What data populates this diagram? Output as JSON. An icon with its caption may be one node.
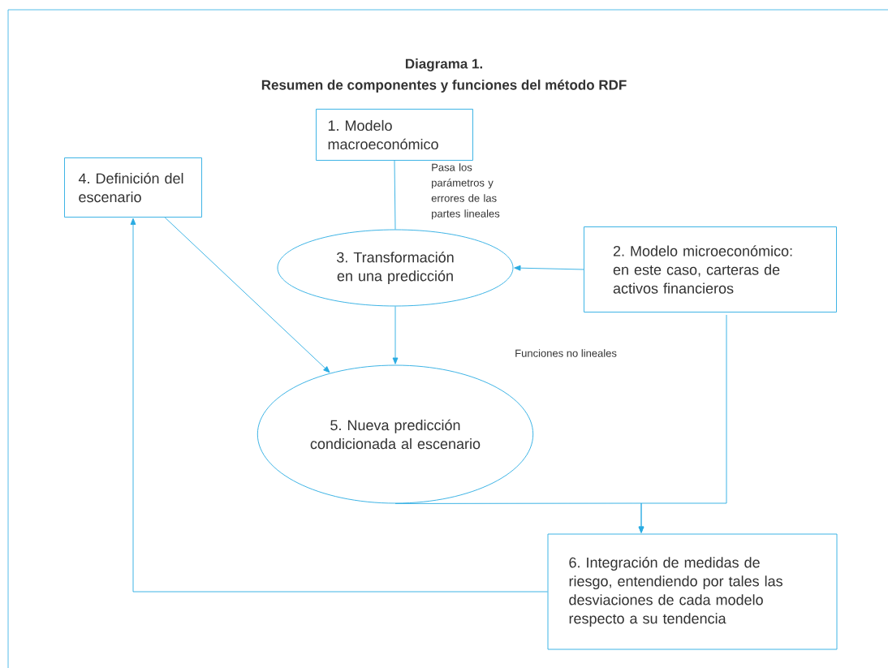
{
  "diagram": {
    "title": "Diagrama 1.",
    "caption": "Resumen de componentes y funciones del método RDF",
    "nodes": [
      {
        "text": [
          "1. Modelo macroeconómico"
        ]
      },
      {
        "text": [
          "4. Definición del escenario"
        ]
      },
      {
        "text": [
          "3. Transformación en una predicción"
        ]
      },
      {
        "text": [
          "2. Modelo microeconómico: en este caso, carteras de activos financieros"
        ]
      },
      {
        "text": [
          "5. Nueva predicción condicionada al escenario"
        ]
      },
      {
        "text": [
          "6. Integración de medidas de riesgo, entendiendo por tales las desviaciones de cada modelo respecto a su tendencia"
        ]
      }
    ],
    "edges": [
      {
        "from": 0,
        "to": 2,
        "arrow": "none",
        "label": "Pasa los parámetros y errores de las partes lineales"
      },
      {
        "from": 3,
        "to": 2,
        "arrow": "to"
      },
      {
        "from": 2,
        "to": 4,
        "arrow": "to"
      },
      {
        "from": 1,
        "to": 4,
        "arrow": "to"
      },
      {
        "from": 4,
        "to": 5,
        "arrow": "to"
      },
      {
        "from": 3,
        "to": 5,
        "arrow": "to"
      },
      {
        "from": 5,
        "to": 1,
        "arrow": "to"
      }
    ],
    "labels": [
      "Funciones no lineales"
    ]
  }
}
